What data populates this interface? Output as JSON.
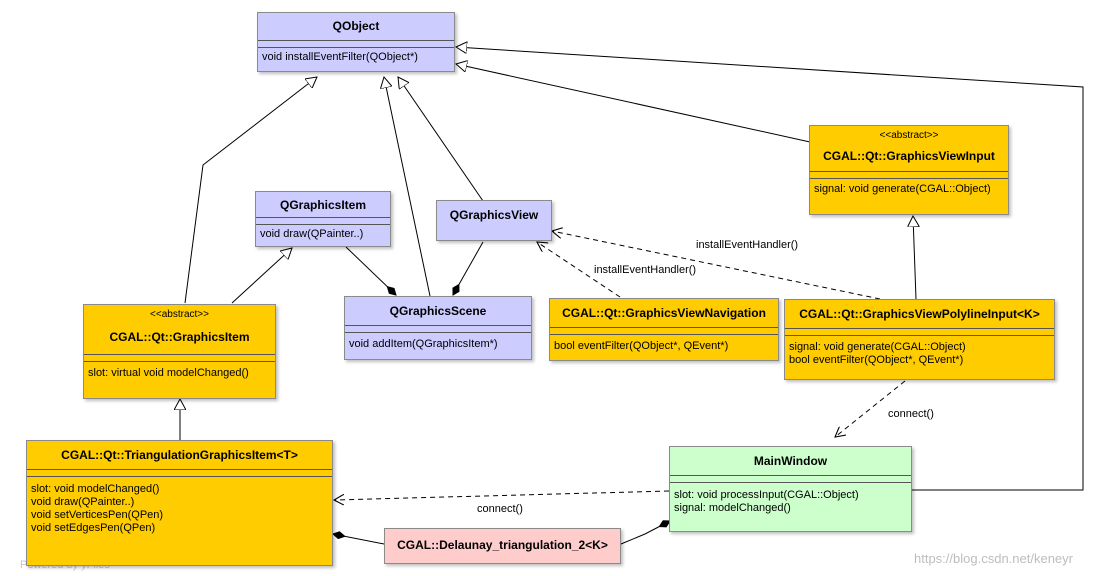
{
  "classes": {
    "qobject": {
      "name": "QObject",
      "ops": [
        "void installEventFilter(QObject*)"
      ]
    },
    "qgraphicsitem": {
      "name": "QGraphicsItem",
      "ops": [
        "void draw(QPainter..)"
      ]
    },
    "qgraphicsview": {
      "name": "QGraphicsView"
    },
    "qgraphicsscene": {
      "name": "QGraphicsScene",
      "ops": [
        "void addItem(QGraphicsItem*)"
      ]
    },
    "graphicsviewinput": {
      "stereotype": "<<abstract>>",
      "name": "CGAL::Qt::GraphicsViewInput",
      "ops": [
        "signal: void generate(CGAL::Object)"
      ]
    },
    "graphicsitem": {
      "stereotype": "<<abstract>>",
      "name": "CGAL::Qt::GraphicsItem",
      "ops": [
        "slot: virtual void modelChanged()"
      ]
    },
    "navigation": {
      "name": "CGAL::Qt::GraphicsViewNavigation",
      "ops": [
        "bool eventFilter(QObject*, QEvent*)"
      ]
    },
    "polylineinput": {
      "name": "CGAL::Qt::GraphicsViewPolylineInput<K>",
      "ops": [
        "signal: void generate(CGAL::Object)",
        "bool eventFilter(QObject*, QEvent*)"
      ]
    },
    "triangulationitem": {
      "name": "CGAL::Qt::TriangulationGraphicsItem<T>",
      "ops": [
        "slot: void modelChanged()",
        "void draw(QPainter..)",
        "void setVerticesPen(QPen)",
        "void setEdgesPen(QPen)"
      ]
    },
    "mainwindow": {
      "name": "MainWindow",
      "ops": [
        "slot: void processInput(CGAL::Object)",
        "signal: modelChanged()"
      ]
    },
    "delaunay": {
      "name": "CGAL::Delaunay_triangulation_2<K>"
    }
  },
  "edge_labels": {
    "install_handler_1": "installEventHandler()",
    "install_handler_2": "installEventHandler()",
    "connect_1": "connect()",
    "connect_2": "connect()"
  },
  "watermarks": {
    "powered": "Powered by yFiles",
    "blog": "https://blog.csdn.net/keneyr"
  },
  "colors": {
    "qt_class": "#ccccff",
    "cgal_class": "#ffcc00",
    "main_window": "#ccffcc",
    "triangulation": "#ffcccc"
  }
}
